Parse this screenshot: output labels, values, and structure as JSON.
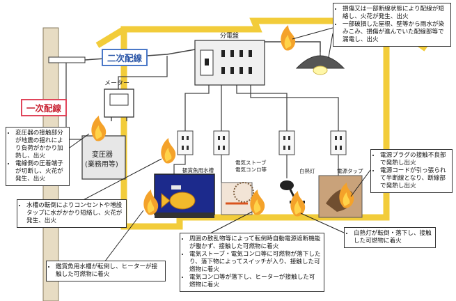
{
  "labels": {
    "secondary_wiring": "二次配線",
    "primary_wiring": "一次配線",
    "distribution_board": "分電盤",
    "meter": "メーター",
    "transformer_line1": "変圧器",
    "transformer_line2": "(業務用等)",
    "aquarium": "観賞魚用水槽",
    "heater_line1": "電気ストーブ",
    "heater_line2": "電気コンロ等",
    "lamp": "白熱灯",
    "power_strip": "電源タップ"
  },
  "callouts": {
    "top_right": [
      "損傷又は一部断線状態により配線が短絡し、火花が発生、出火",
      "一部破損した屋根、壁等から雨水が染みこみ、損傷が進んでいた配線部等で漏電し、出火"
    ],
    "left": [
      "変圧器の接触部分が地震の揺れにより負荷がかかり加熱し、出火",
      "電線側の圧着端子が切断し、火花が発生、出火"
    ],
    "right_mid": [
      "電源プラグの接触不良部で発熱し出火",
      "電源コードが引っ張られて半断線となり、断線部で発熱し出火"
    ],
    "bottom_left": [
      "水槽の転倒によりコンセントや増設タップに水がかかり短絡し、火花が発生、出火"
    ],
    "bottom_left2": [
      "鑑賞魚用水槽が転倒し、ヒーターが接触した可燃物に着火"
    ],
    "bottom_center": [
      "周囲の散乱物等によって転倒時自動電源遮断機能が働かず、接触した可燃物に着火",
      "電気ストーブ・電気コンロ等に可燃物が落下したり、落下物によってスイッチが入り、接触した可燃物に着火",
      "電気コンロ等が落下し、ヒーターが接触した可燃物に着火"
    ],
    "bottom_right": [
      "白熱灯が転倒・落下し、接触した可燃物に着火"
    ]
  },
  "colors": {
    "house_outline": "#f2cc3a",
    "primary_tag": "#e0455a",
    "secondary_tag_border": "#4a78c8",
    "wire": "#444444"
  }
}
